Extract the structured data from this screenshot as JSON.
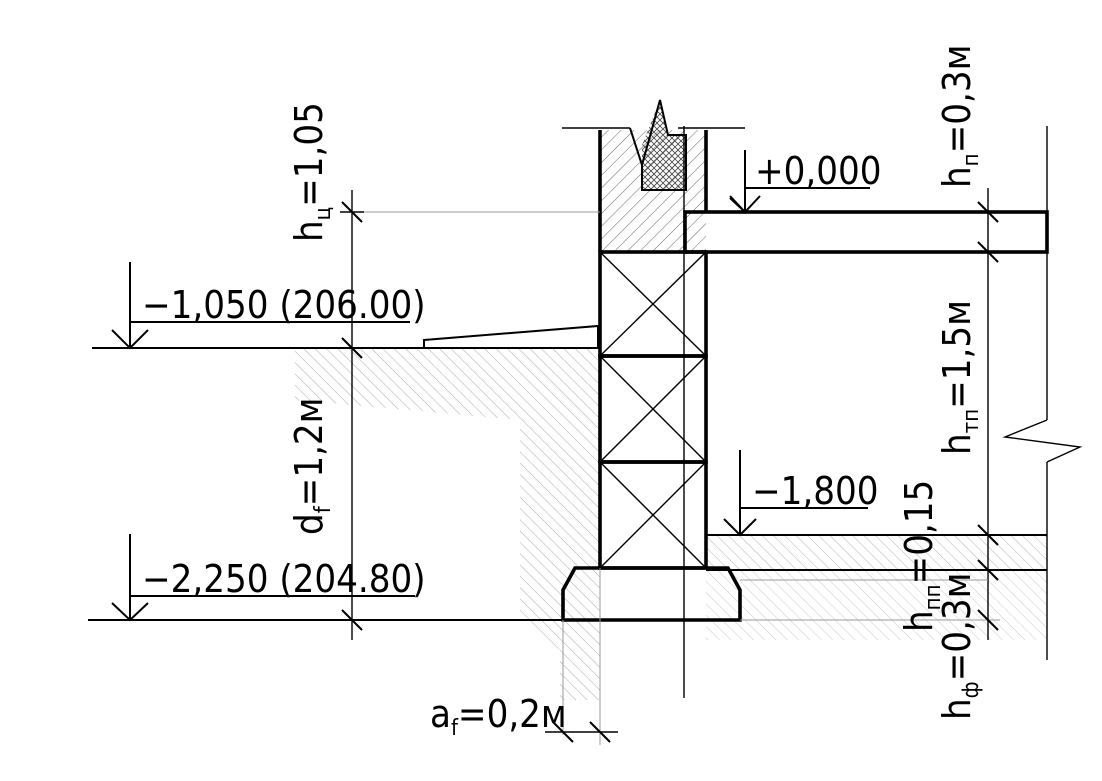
{
  "levels": {
    "zero": "+0,000",
    "ground": "−1,050 (206.00)",
    "basement": "−1,800",
    "foundation": "−2,250 (204.80)"
  },
  "dimensions": {
    "h_c": {
      "sym": "h",
      "sub": "ц",
      "val": "=1,05"
    },
    "d_f": {
      "sym": "d",
      "sub": "f",
      "val": "=1,2м"
    },
    "a_f": {
      "sym": "a",
      "sub": "f",
      "val": "=0,2м"
    },
    "h_p": {
      "sym": "h",
      "sub": "п",
      "val": "=0,3м"
    },
    "h_tp": {
      "sym": "h",
      "sub": "тп",
      "val": "=1,5м"
    },
    "h_pp": {
      "sym": "h",
      "sub": "пп",
      "val": "=0,15"
    },
    "h_f": {
      "sym": "h",
      "sub": "ф",
      "val": "=0,3м"
    }
  }
}
